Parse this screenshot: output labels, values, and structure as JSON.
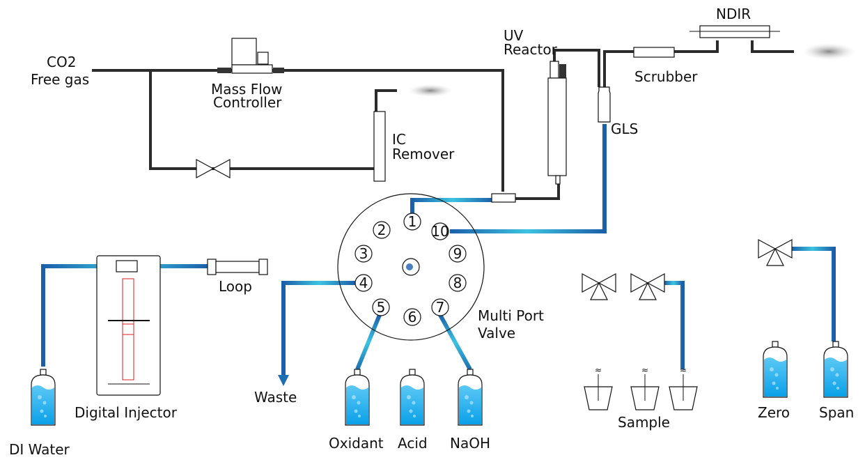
{
  "title": "TOC analyzer flow diagram",
  "labels": {
    "co2_line1": "CO2",
    "co2_line2": "Free gas",
    "mfc_line1": "Mass Flow",
    "mfc_line2": "Controller",
    "ic_line1": "IC",
    "ic_line2": "Remover",
    "uv_line1": "UV",
    "uv_line2": "Reactor",
    "ndir": "NDIR",
    "scrubber": "Scrubber",
    "gls": "GLS",
    "loop": "Loop",
    "mpv_line1": "Multi Port",
    "mpv_line2": "Valve",
    "digital_injector": "Digital Injector",
    "di_water": "DI Water",
    "waste": "Waste",
    "oxidant": "Oxidant",
    "acid": "Acid",
    "naoh": "NaOH",
    "sample": "Sample",
    "zero": "Zero",
    "span": "Span"
  },
  "ports": [
    "1",
    "2",
    "3",
    "4",
    "5",
    "6",
    "7",
    "8",
    "9",
    "10"
  ],
  "colors": {
    "gas_line": "#2b2b2b",
    "liquid_dark": "#1b5fa8",
    "liquid_light": "#3cc3e0",
    "injector": "#d42020",
    "water": "#1aa7ea"
  }
}
